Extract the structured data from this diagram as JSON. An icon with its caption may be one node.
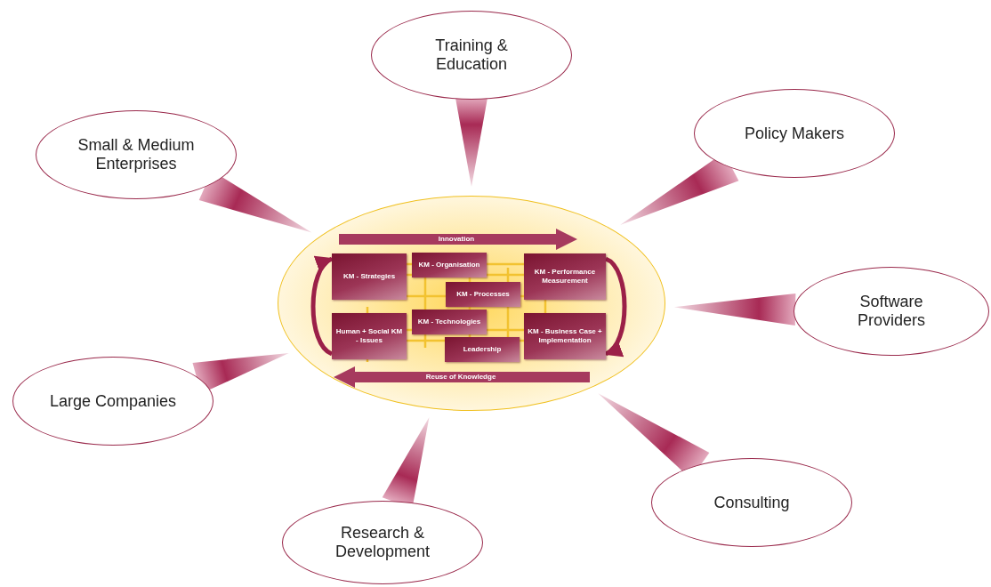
{
  "diagram": {
    "nodes": [
      {
        "text": [
          "Training & Education"
        ]
      },
      {
        "text": [
          "Small & Medium Enterprises"
        ]
      },
      {
        "text": [
          "Policy Makers"
        ]
      },
      {
        "text": [],
        "shape": "ellipse"
      },
      {
        "text": [
          "KM - Strategies"
        ],
        "in": 3
      },
      {
        "text": [
          "KM - Organisation"
        ],
        "in": 3
      },
      {
        "text": [
          "KM - Performance Measurement"
        ],
        "in": 3
      },
      {
        "text": [
          "KM - Processes"
        ],
        "in": 3
      },
      {
        "text": [
          "Human + Social KM - Issues"
        ],
        "in": 3
      },
      {
        "text": [
          "KM - Technologies"
        ],
        "in": 3
      },
      {
        "text": [
          "KM - Business Case + Implementation"
        ],
        "in": 3
      },
      {
        "text": [
          "Leadership"
        ],
        "in": 3
      },
      {
        "text": [
          "Software Providers"
        ]
      },
      {
        "text": [
          "Large Companies"
        ]
      },
      {
        "text": [
          "Consulting"
        ]
      },
      {
        "text": [
          "Research & Development"
        ]
      }
    ],
    "edges": [
      {
        "from": 0,
        "to": 3,
        "arrow": "none"
      },
      {
        "from": 1,
        "to": 3,
        "arrow": "none"
      },
      {
        "from": 2,
        "to": 3,
        "arrow": "none"
      },
      {
        "from": 12,
        "to": 3,
        "arrow": "none"
      },
      {
        "from": 13,
        "to": 3,
        "arrow": "none"
      },
      {
        "from": 14,
        "to": 3,
        "arrow": "none"
      },
      {
        "from": 15,
        "to": 3,
        "arrow": "none"
      },
      {
        "from": 8,
        "to": 4,
        "arrow": "to"
      },
      {
        "from": 6,
        "to": 10,
        "arrow": "to"
      }
    ],
    "labels": [
      "Innovation",
      "Reuse of Knowledge"
    ]
  }
}
